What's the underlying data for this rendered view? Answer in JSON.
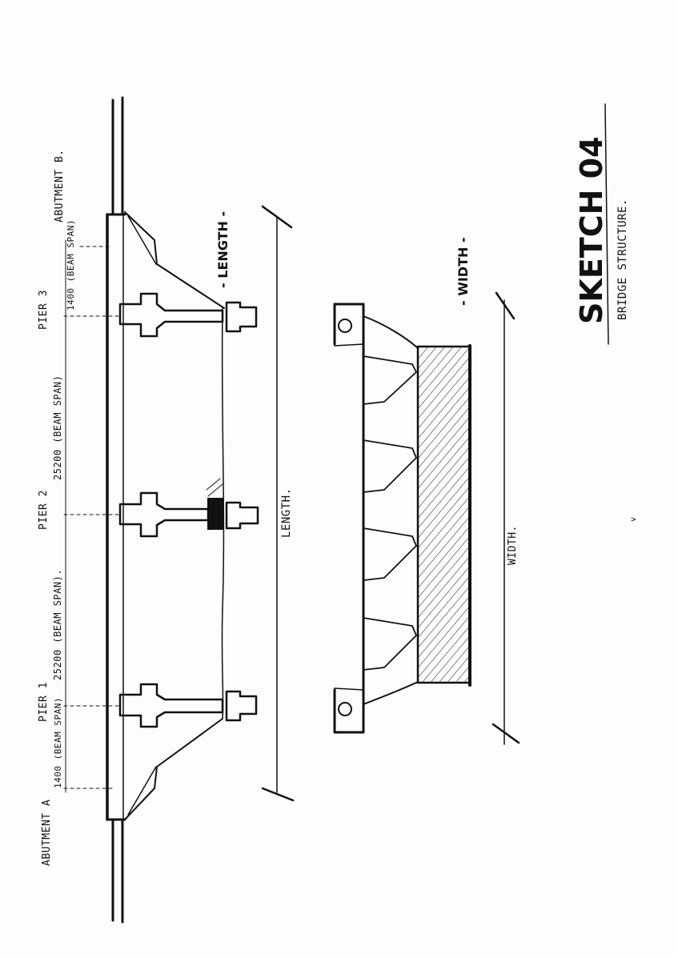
{
  "title_block": {
    "title": "SKETCH 04",
    "subtitle": "BRIDGE STRUCTURE."
  },
  "elevation": {
    "label_abutment_a": "ABUTMENT A",
    "label_abutment_b": "ABUTMENT B.",
    "label_pier_1": "PIER 1",
    "label_pier_2": "PIER 2",
    "label_pier_3": "PIER 3",
    "span_end_a": "1400 (BEAM SPAN)",
    "span_1": "25200 (BEAM SPAN).",
    "span_2": "25200 (BEAM SPAN)",
    "span_end_b": "1400 (BEAM SPAN)",
    "length_label_top": "- LENGTH -",
    "length_label_mid": "LENGTH."
  },
  "section": {
    "width_label_top": "- WIDTH -",
    "width_label_mid": "WIDTH."
  },
  "stray_mark": "v"
}
